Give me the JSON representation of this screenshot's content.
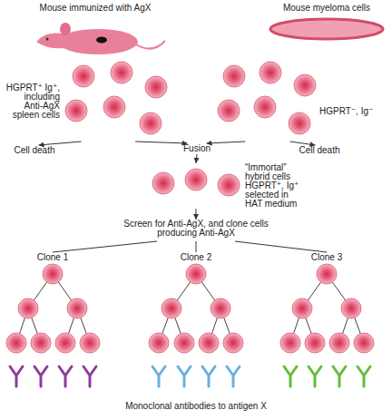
{
  "diagram": {
    "nodes": [
      {
        "text": [
          "Mouse immunized with AgX"
        ]
      },
      {
        "text": [
          "Mouse myeloma cells"
        ]
      },
      {
        "text": [
          "HGPRT⁺ Ig⁺, including Anti-AgX spleen cells"
        ]
      },
      {
        "text": [
          "HGPRT⁻, Ig⁻"
        ]
      },
      {
        "text": [
          "Cell death"
        ]
      },
      {
        "text": [
          "Fusion"
        ]
      },
      {
        "text": [
          "Cell death"
        ]
      },
      {
        "text": [
          "“Immortal” hybrid cells HGPRT⁺, Ig⁺ selected in HAT medium"
        ]
      },
      {
        "text": [
          "Screen for Anti-AgX, and clone cells producing Anti-AgX"
        ]
      },
      {
        "text": [
          "Clone 1"
        ]
      },
      {
        "text": [
          "Clone 2"
        ]
      },
      {
        "text": [
          "Clone 3"
        ]
      }
    ],
    "edges": [
      {
        "from": 2,
        "to": 4,
        "arrow": "to"
      },
      {
        "from": 2,
        "to": 5,
        "arrow": "to"
      },
      {
        "from": 3,
        "to": 6,
        "arrow": "to"
      },
      {
        "from": 3,
        "to": 5,
        "arrow": "to"
      },
      {
        "from": 5,
        "to": 7,
        "arrow": "to"
      },
      {
        "from": 7,
        "to": 8,
        "arrow": "to"
      },
      {
        "from": 8,
        "to": 9,
        "arrow": "none"
      },
      {
        "from": 8,
        "to": 10,
        "arrow": "none"
      },
      {
        "from": 8,
        "to": 11,
        "arrow": "none"
      }
    ],
    "labels": [
      "Monoclonal antibodies to antigen X"
    ]
  }
}
